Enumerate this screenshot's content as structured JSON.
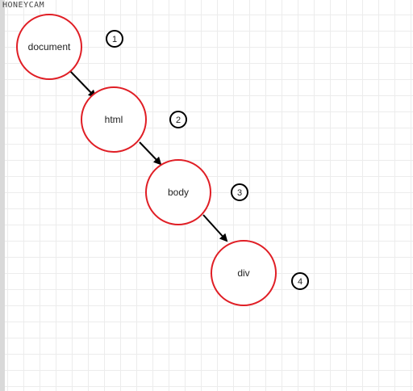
{
  "watermark": "HONEYCAM",
  "diagram": {
    "nodes": [
      {
        "label": "document",
        "number": "1"
      },
      {
        "label": "html",
        "number": "2"
      },
      {
        "label": "body",
        "number": "3"
      },
      {
        "label": "div",
        "number": "4"
      }
    ],
    "colors": {
      "node_stroke": "#e01e25",
      "arrow": "#000000",
      "badge_stroke": "#000000"
    }
  }
}
